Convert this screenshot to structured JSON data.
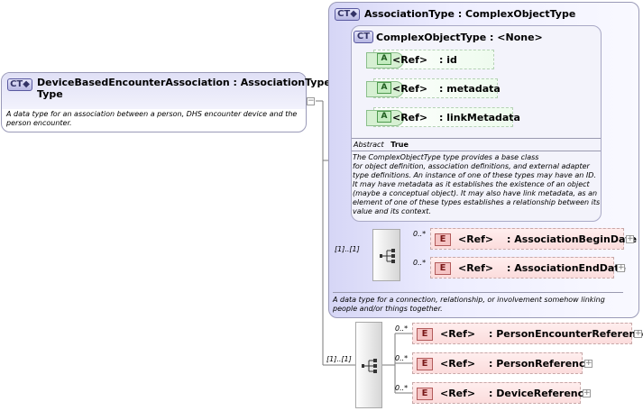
{
  "main": {
    "badge": "CT",
    "title_line1": "DeviceBasedEncounterAssociation : AssociationType",
    "title_line2": "Type",
    "description_line1": "A data type for an association between a person, DHS encounter device and the",
    "description_line2": "person encounter."
  },
  "association_type": {
    "badge": "CT",
    "title": "AssociationType : ComplexObjectType",
    "description_line1": "A data type for a connection, relationship, or involvement somehow linking",
    "description_line2": "people and/or things together.",
    "sequence_cardinality": "[1]..[1]",
    "elements": [
      {
        "badge": "E",
        "ref": "<Ref>",
        "name": ": AssociationBeginDate",
        "cardinality": "0..*"
      },
      {
        "badge": "E",
        "ref": "<Ref>",
        "name": ": AssociationEndDate",
        "cardinality": "0..*"
      }
    ]
  },
  "complex_object_type": {
    "badge": "CT",
    "title": "ComplexObjectType : <None>",
    "attributes": [
      {
        "badge": "A",
        "ref": "<Ref>",
        "name": ": id"
      },
      {
        "badge": "A",
        "ref": "<Ref>",
        "name": ": metadata"
      },
      {
        "badge": "A",
        "ref": "<Ref>",
        "name": ": linkMetadata"
      }
    ],
    "abstract_label": "Abstract",
    "abstract_value": "True",
    "description_lines": [
      "The ComplexObjectType type provides a base class",
      "for object definition, association definitions, and external adapter",
      "type definitions. An instance of one of these types may have an ID.",
      "It may have metadata as it establishes the existence of an object",
      "(maybe a conceptual object). It may also have link metadata, as an",
      "element of one of these types establishes a relationship between its",
      "value and its context."
    ]
  },
  "main_sequence": {
    "cardinality": "[1]..[1]",
    "elements": [
      {
        "badge": "E",
        "ref": "<Ref>",
        "name": ": PersonEncounterReference",
        "cardinality": "0..*"
      },
      {
        "badge": "E",
        "ref": "<Ref>",
        "name": ": PersonReference",
        "cardinality": "0..*"
      },
      {
        "badge": "E",
        "ref": "<Ref>",
        "name": ": DeviceReference",
        "cardinality": "0..*"
      }
    ]
  },
  "icons": {
    "expand": "plus-icon",
    "collapse": "minus-icon",
    "sequence": "sequence-icon",
    "complex_type": "complex-type-icon"
  },
  "colors": {
    "complex_type_bg": "#e6e6fa",
    "attribute_bg": "#d6f0d2",
    "element_bg": "#fbdcdc"
  }
}
